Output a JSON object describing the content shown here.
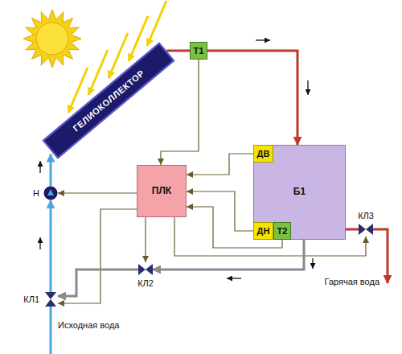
{
  "diagram": {
    "nodes": [
      {
        "text": [
          "ГЕЛИОКОЛЛЕКТОР"
        ]
      },
      {
        "text": [
          "Т1"
        ]
      },
      {
        "text": [
          "ПЛК"
        ]
      },
      {
        "text": [
          "Б1"
        ]
      },
      {
        "text": [
          "ДВ"
        ],
        "in": 3
      },
      {
        "text": [
          "ДН"
        ],
        "in": 3
      },
      {
        "text": [
          "Т2"
        ],
        "in": 3
      },
      {
        "text": [
          "Н"
        ]
      },
      {
        "text": [
          "КЛ1"
        ]
      },
      {
        "text": [
          "КЛ2"
        ]
      },
      {
        "text": [
          "КЛ3"
        ]
      }
    ],
    "edges": [
      {
        "from": 0,
        "to": 1,
        "arrow": "none"
      },
      {
        "from": 1,
        "to": 3,
        "arrow": "to"
      },
      {
        "from": 1,
        "to": 2,
        "arrow": "to"
      },
      {
        "from": 4,
        "to": 2,
        "arrow": "to"
      },
      {
        "from": 5,
        "to": 2,
        "arrow": "to"
      },
      {
        "from": 6,
        "to": 2,
        "arrow": "to"
      },
      {
        "from": 2,
        "to": 7,
        "arrow": "to"
      },
      {
        "from": 2,
        "to": 8,
        "arrow": "to"
      },
      {
        "from": 2,
        "to": 9,
        "arrow": "to"
      },
      {
        "from": 2,
        "to": 10,
        "arrow": "to"
      },
      {
        "from": 8,
        "to": 7,
        "arrow": "to"
      },
      {
        "from": 7,
        "to": 0,
        "arrow": "to"
      },
      {
        "from": 3,
        "to": 9,
        "arrow": "to"
      },
      {
        "from": 9,
        "to": 8,
        "arrow": "to"
      },
      {
        "from": 3,
        "to": 10,
        "arrow": "none"
      }
    ],
    "labels": [
      "Гарячая вода",
      "Исходная вода"
    ]
  }
}
